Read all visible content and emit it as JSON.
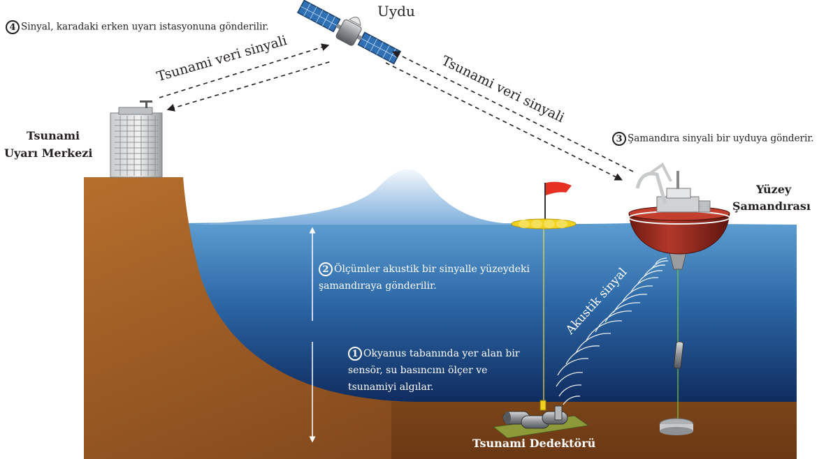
{
  "labels": {
    "satellite": "Uydu",
    "warning_center_line1": "Tsunami",
    "warning_center_line2": "Uyarı Merkezi",
    "buoy_line1": "Yüzey",
    "buoy_line2": "Şamandırası",
    "detector": "Tsunami Dedektörü",
    "data_signal_left": "Tsunami veri sinyali",
    "data_signal_right": "Tsunami veri sinyali",
    "acoustic_signal": "Akustik sinyal"
  },
  "steps": [
    {
      "number": "1",
      "text": "Okyanus tabanında yer alan bir sensör, su basıncını ölçer ve tsunamiyi algılar."
    },
    {
      "number": "2",
      "text": "Ölçümler akustik bir sinyalle yüzeydeki şamandıraya gönderilir."
    },
    {
      "number": "3",
      "text": "Şamandıra sinyali bir uyduya gönderir."
    },
    {
      "number": "4",
      "text": "Sinyal, karadaki erken uyarı istasyonuna gönderilir."
    }
  ],
  "colors": {
    "ocean_top": "#5d9dd0",
    "ocean_bottom": "#0f2b5e",
    "land": "#8a4e1f",
    "buoy_red": "#9a2a1e",
    "float_yellow": "#f2d21c",
    "flag_red": "#e53124"
  }
}
